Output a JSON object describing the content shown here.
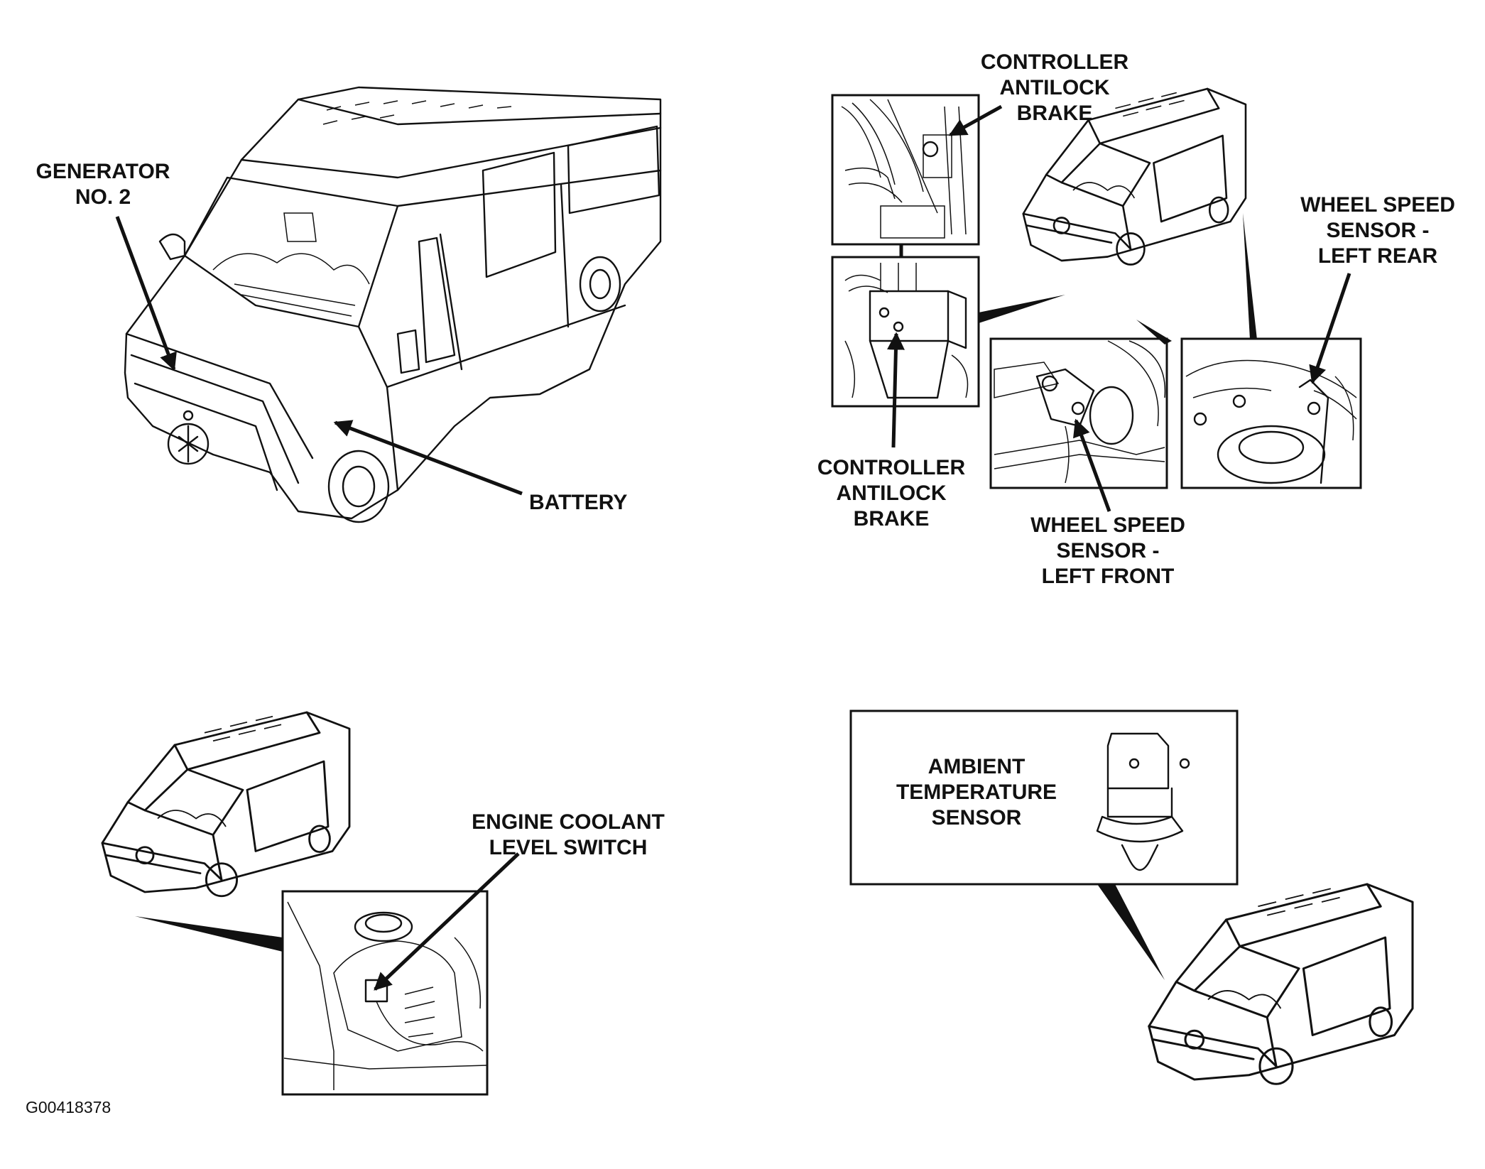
{
  "labels": {
    "generator": [
      "GENERATOR",
      "NO. 2"
    ],
    "battery": "BATTERY",
    "controller_top": [
      "CONTROLLER",
      "ANTILOCK",
      "BRAKE"
    ],
    "controller_bottom": [
      "CONTROLLER",
      "ANTILOCK",
      "BRAKE"
    ],
    "wheel_rear": [
      "WHEEL SPEED",
      "SENSOR -",
      "LEFT REAR"
    ],
    "wheel_front": [
      "WHEEL SPEED",
      "SENSOR -",
      "LEFT FRONT"
    ],
    "coolant": [
      "ENGINE COOLANT",
      "LEVEL SWITCH"
    ],
    "ambient": [
      "AMBIENT",
      "TEMPERATURE",
      "SENSOR"
    ]
  },
  "figure_code": "G00418378"
}
